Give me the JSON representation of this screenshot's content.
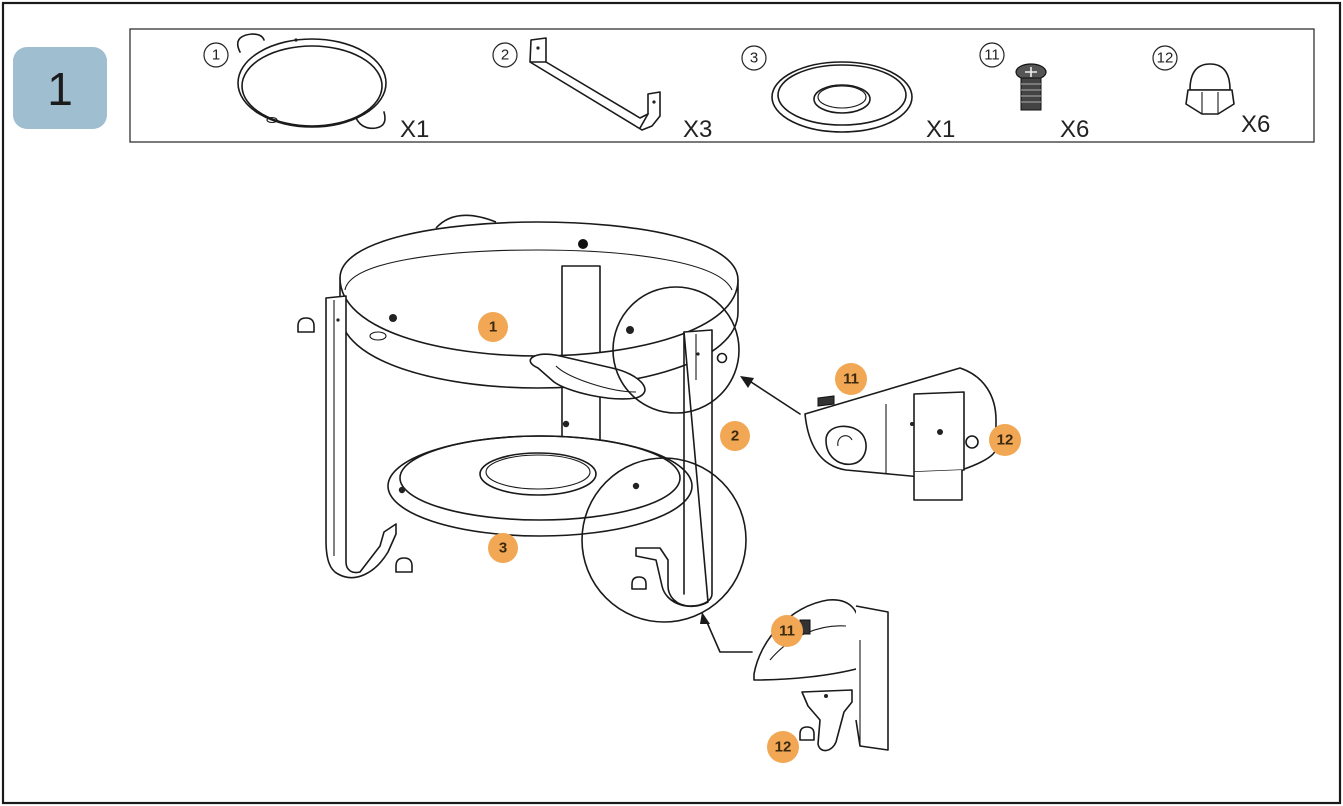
{
  "step": {
    "number": "1"
  },
  "parts": [
    {
      "id": "1",
      "qty": "X1"
    },
    {
      "id": "2",
      "qty": "X3"
    },
    {
      "id": "3",
      "qty": "X1"
    },
    {
      "id": "11",
      "qty": "X6"
    },
    {
      "id": "12",
      "qty": "X6"
    }
  ],
  "callouts": {
    "ring": "1",
    "leg": "2",
    "plate": "3",
    "screw_upper": "11",
    "nut_upper": "12",
    "screw_lower": "11",
    "nut_lower": "12"
  },
  "colors": {
    "step_badge": "#9fbfd0",
    "callout_badge": "#f2a755",
    "line": "#1a1a1a"
  }
}
